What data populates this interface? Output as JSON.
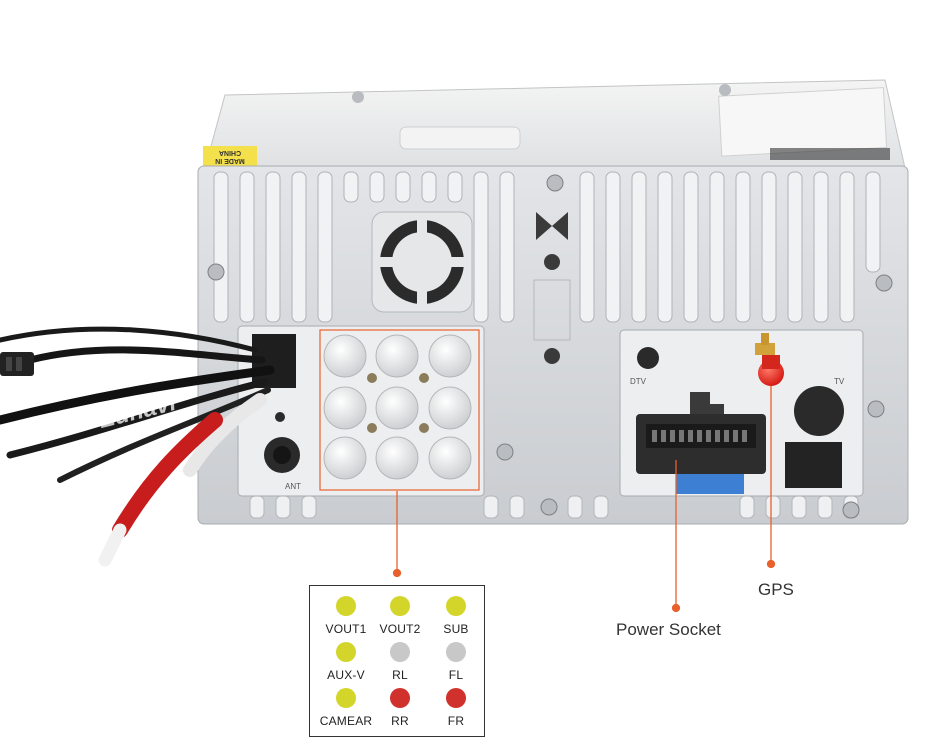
{
  "brand": {
    "watermark": "Eunavi"
  },
  "sticker": {
    "line1": "MADE IN",
    "line2": "CHINA"
  },
  "panel_marks": {
    "ant": "ANT",
    "dtv": "DTV",
    "tv": "TV"
  },
  "callouts": {
    "power_socket": "Power Socket",
    "gps": "GPS"
  },
  "legend": {
    "items": [
      {
        "label": "VOUT1",
        "color": "#d3d52a"
      },
      {
        "label": "VOUT2",
        "color": "#d3d52a"
      },
      {
        "label": "SUB",
        "color": "#d3d52a"
      },
      {
        "label": "AUX-V",
        "color": "#d3d52a"
      },
      {
        "label": "RL",
        "color": "#c8c8c8"
      },
      {
        "label": "FL",
        "color": "#c8c8c8"
      },
      {
        "label": "CAMEAR",
        "color": "#d3d52a"
      },
      {
        "label": "RR",
        "color": "#d0312d"
      },
      {
        "label": "FR",
        "color": "#d0312d"
      }
    ]
  },
  "colors": {
    "accent": "#e8612c",
    "chassis": "#d8dadd",
    "panel": "#eceef0"
  }
}
